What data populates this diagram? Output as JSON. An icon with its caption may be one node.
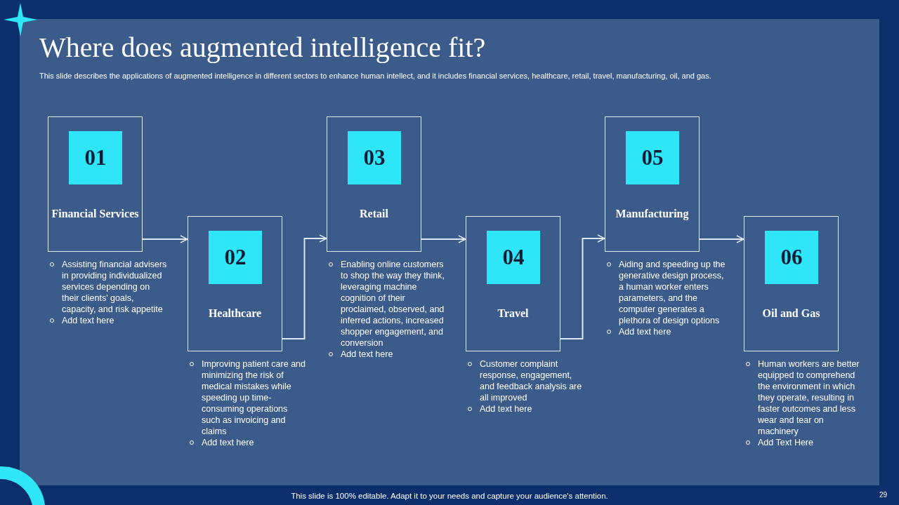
{
  "diagram": {
    "title": "Where does augmented intelligence fit?",
    "nodes": [
      {
        "text": [
          "Financial Services"
        ],
        "beside": [
          "Assisting financial advisers in providing individualized services depending on their clients' goals, capacity, and risk appetite",
          "Add text here"
        ]
      },
      {
        "text": [
          "01"
        ],
        "in": 0
      },
      {
        "text": [
          "Healthcare"
        ],
        "beside": [
          "Improving patient care and minimizing the risk of medical mistakes while speeding up time-consuming operations such as invoicing and claims",
          "Add text here"
        ]
      },
      {
        "text": [
          "02"
        ],
        "in": 2
      },
      {
        "text": [
          "Retail"
        ],
        "beside": [
          "Enabling online customers to shop the way they think, leveraging machine cognition of their proclaimed, observed, and inferred actions, increased shopper engagement, and conversion",
          "Add text here"
        ]
      },
      {
        "text": [
          "03"
        ],
        "in": 4
      },
      {
        "text": [
          "Travel"
        ],
        "beside": [
          "Customer complaint response, engagement, and feedback analysis are all improved",
          "Add text here"
        ]
      },
      {
        "text": [
          "04"
        ],
        "in": 6
      },
      {
        "text": [
          "Manufacturing"
        ],
        "beside": [
          "Aiding and speeding up the generative design process, a human worker enters parameters, and the computer generates a plethora of design options",
          "Add text here"
        ]
      },
      {
        "text": [
          "05"
        ],
        "in": 8
      },
      {
        "text": [
          "Oil and Gas"
        ],
        "beside": [
          "Human workers are better equipped to comprehend the environment in which they operate, resulting in faster outcomes and less wear and tear on machinery",
          "Add Text Here"
        ]
      },
      {
        "text": [
          "06"
        ],
        "in": 10
      }
    ],
    "edges": [
      {
        "from": 0,
        "to": 2,
        "arrow": "to"
      },
      {
        "from": 2,
        "to": 4,
        "arrow": "to"
      },
      {
        "from": 4,
        "to": 6,
        "arrow": "to"
      },
      {
        "from": 6,
        "to": 8,
        "arrow": "to"
      },
      {
        "from": 8,
        "to": 10,
        "arrow": "to"
      }
    ],
    "labels": [
      "This slide describes the applications of augmented intelligence in different sectors to enhance human intellect, and it includes financial services, healthcare, retail, travel, manufacturing, oil, and gas.",
      "This slide is 100% editable. Adapt it to your needs and capture your audience's attention.",
      "29"
    ]
  }
}
